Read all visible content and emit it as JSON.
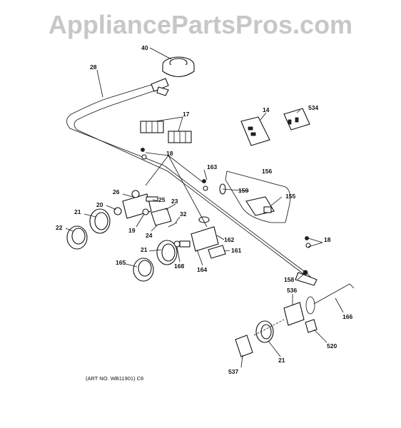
{
  "watermark": "AppliancePartsPros.com",
  "art_number": "(ART NO. WB11901) C6",
  "callouts": {
    "c40": "40",
    "c28": "28",
    "c17": "17",
    "c14": "14",
    "c534": "534",
    "c18a": "18",
    "c163": "163",
    "c156": "156",
    "c159": "159",
    "c155": "155",
    "c26": "26",
    "c25": "25",
    "c20": "20",
    "c23": "23",
    "c21a": "21",
    "c32": "32",
    "c22": "22",
    "c19": "19",
    "c24": "24",
    "c162": "162",
    "c161": "161",
    "c21b": "21",
    "c165": "165",
    "c168": "168",
    "c164": "164",
    "c18b": "18",
    "c158": "158",
    "c536": "536",
    "c166": "166",
    "c520": "520",
    "c21c": "21",
    "c537": "537"
  }
}
